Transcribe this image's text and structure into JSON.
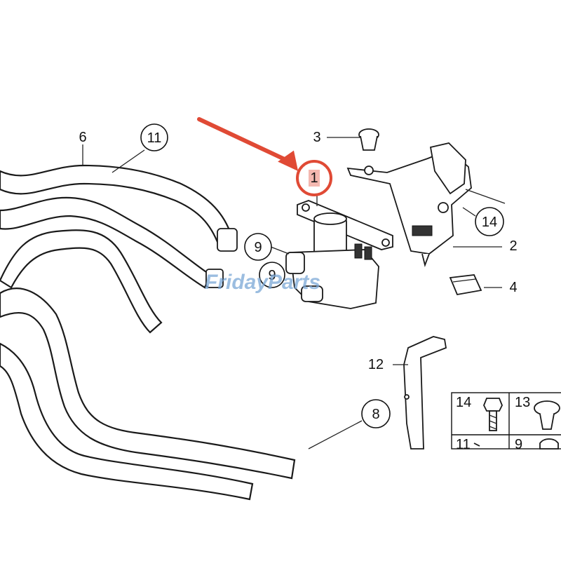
{
  "callouts": {
    "c1": "1",
    "c2": "2",
    "c3": "3",
    "c4": "4",
    "c6": "6",
    "c8": "8",
    "c9a": "9",
    "c9b": "9",
    "c11": "11",
    "c12": "12",
    "c14": "14"
  },
  "legend": {
    "cell1": "14",
    "cell2": "13",
    "cell3": "11",
    "cell4": "9"
  },
  "watermark": "FridayParts",
  "colors": {
    "arrow": "#e04a35",
    "highlight_ring": "#e04a35",
    "highlight_fill": "#f4b8b0",
    "watermark": "#7aa7d6"
  }
}
